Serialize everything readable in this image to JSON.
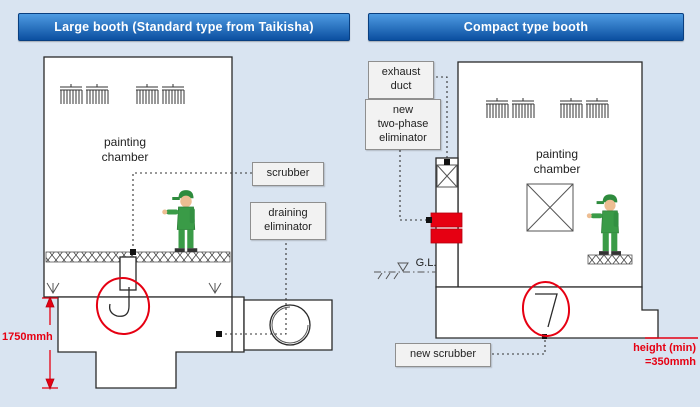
{
  "colors": {
    "accent_red": "#e60012",
    "header_blue_top": "#4e9be2",
    "header_blue_bottom": "#0b4fa0",
    "panel_background": "#d9e4f1",
    "diagram_line": "#2a2a2a",
    "worker_green": "#3a9b47",
    "label_background": "#f2f2f2"
  },
  "symbols": {
    "ground_level_marker": "nabla-triangle",
    "exhaust_fan": "spiral-fan",
    "ceiling_filters": "comb-filter",
    "crossed_panel": "x-box"
  },
  "left_panel": {
    "title": "Large booth (Standard type from Taikisha)",
    "chamber_label": "painting\nchamber",
    "scrubber_label": "scrubber",
    "draining_label": "draining\neliminator",
    "height_dimension": "1750mmh"
  },
  "right_panel": {
    "title": "Compact type booth",
    "exhaust_duct_label": "exhaust\nduct",
    "eliminator_label": "new\ntwo-phase\neliminator",
    "chamber_label": "painting\nchamber",
    "ground_level_label": "G.L.",
    "new_scrubber_label": "new scrubber",
    "height_note": "height (min)\n=350mmh"
  }
}
